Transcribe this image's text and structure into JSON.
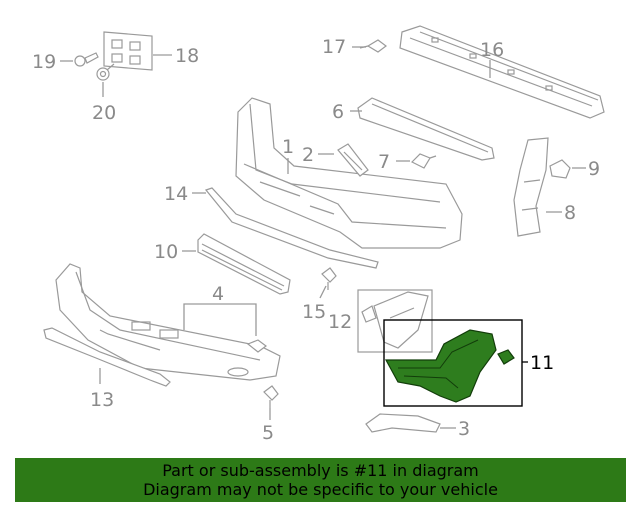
{
  "callouts": {
    "c1": "1",
    "c2": "2",
    "c3": "3",
    "c4": "4",
    "c5": "5",
    "c6": "6",
    "c7": "7",
    "c8": "8",
    "c9": "9",
    "c10": "10",
    "c11": "11",
    "c12": "12",
    "c13": "13",
    "c14": "14",
    "c15": "15",
    "c16": "16",
    "c17": "17",
    "c18": "18",
    "c19": "19",
    "c20": "20"
  },
  "highlighted_part": "11",
  "colors": {
    "banner_background": "#2d7a17",
    "highlight_fill": "#2e7d1e",
    "line_art": "#9a9a9a"
  },
  "banner": {
    "line1": "Part or sub-assembly is #11 in diagram",
    "line2": "Diagram may not be specific to your vehicle"
  }
}
